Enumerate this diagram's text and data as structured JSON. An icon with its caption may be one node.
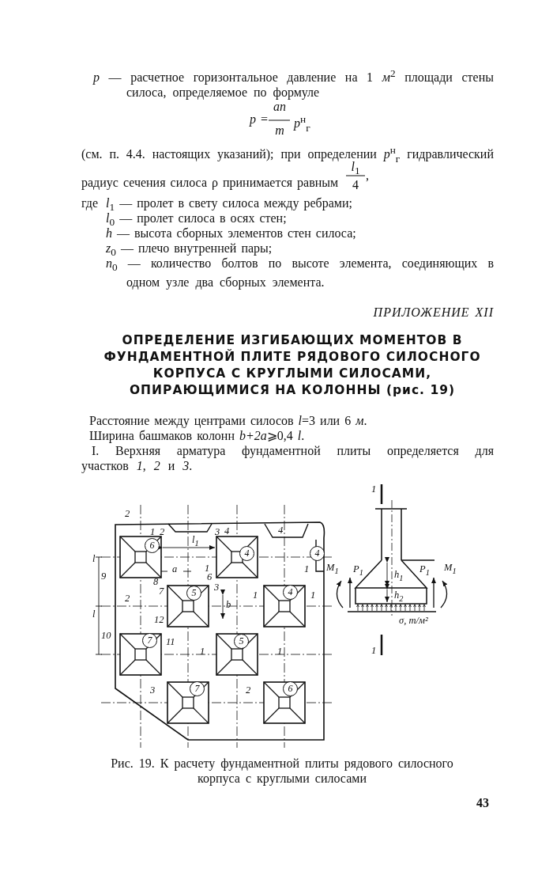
{
  "diagram": {
    "title": "ОПРЕДЕЛЕНИЕ ИЗГИБАЮЩИХ МОМЕНТОВ В ФУНДАМЕНТНОЙ ПЛИТЕ РЯДОВОГО СИЛОСНОГО КОРПУСА С КРУГЛЫМИ СИЛОСАМИ, ОПИРАЮЩИМИСЯ НА КОЛОННЫ (рис. 19)",
    "caption": "Рис. 19. К расчету фундаментной плиты рядового силосного корпуса с круглыми силосами",
    "labels": [
      "*p* — расчетное горизонтальное давление на 1 *м*$^{2}$ площади стены силоса, определяемое по формуле",
      "*p* =",
      "*an*",
      "*m*",
      "*p*$^{н}$$_{г}$",
      "(см. п. 4.4. настоящих указаний); при определении *p*$^{н}$$_{г}$ гидравлический радиус сечения силоса ρ принимается равным",
      "*l*$_{1}$",
      "4",
      ",",
      "где",
      "*l*$_{1}$ — пролет в свету силоса между ребрами;",
      "*l*$_{0}$ — пролет силоса в осях стен;",
      "*h* — высота сборных элементов стен силоса;",
      "*z*$_{0}$ — плечо внутренней пары;",
      "*n*$_{0}$ — количество болтов по высоте элемента, соединяющих в одном узле два сборных элемента.",
      "ПРИЛОЖЕНИЕ XII",
      "Расстояние между центрами силосов *l*=3 или 6 *м*.",
      "Ширина башмаков колонн *b+2a*⩾0,4 *l*.",
      "I. Верхняя арматура фундаментной плиты определяется для участков *1*, *2* и *3*.",
      "1",
      "2",
      "1",
      "2",
      "3",
      "4",
      "4",
      "*l*$_{1}$",
      "*l*",
      "6",
      "4",
      "4",
      "9",
      "*a*",
      "1",
      "1",
      "*M*$_{1}$",
      "*P*$_{1}$",
      "*h*$_{1}$",
      "*P*$_{1}$",
      "*M*$_{1}$",
      "8",
      "7",
      "6",
      "3",
      "2",
      "5",
      "1",
      "4",
      "1",
      "*h*$_{2}$",
      "*b*",
      "*l*",
      "12",
      "σ, т/м²",
      "10",
      "7",
      "11",
      "5",
      "1",
      "1",
      "1",
      "3",
      "7",
      "2",
      "6",
      "43"
    ]
  }
}
